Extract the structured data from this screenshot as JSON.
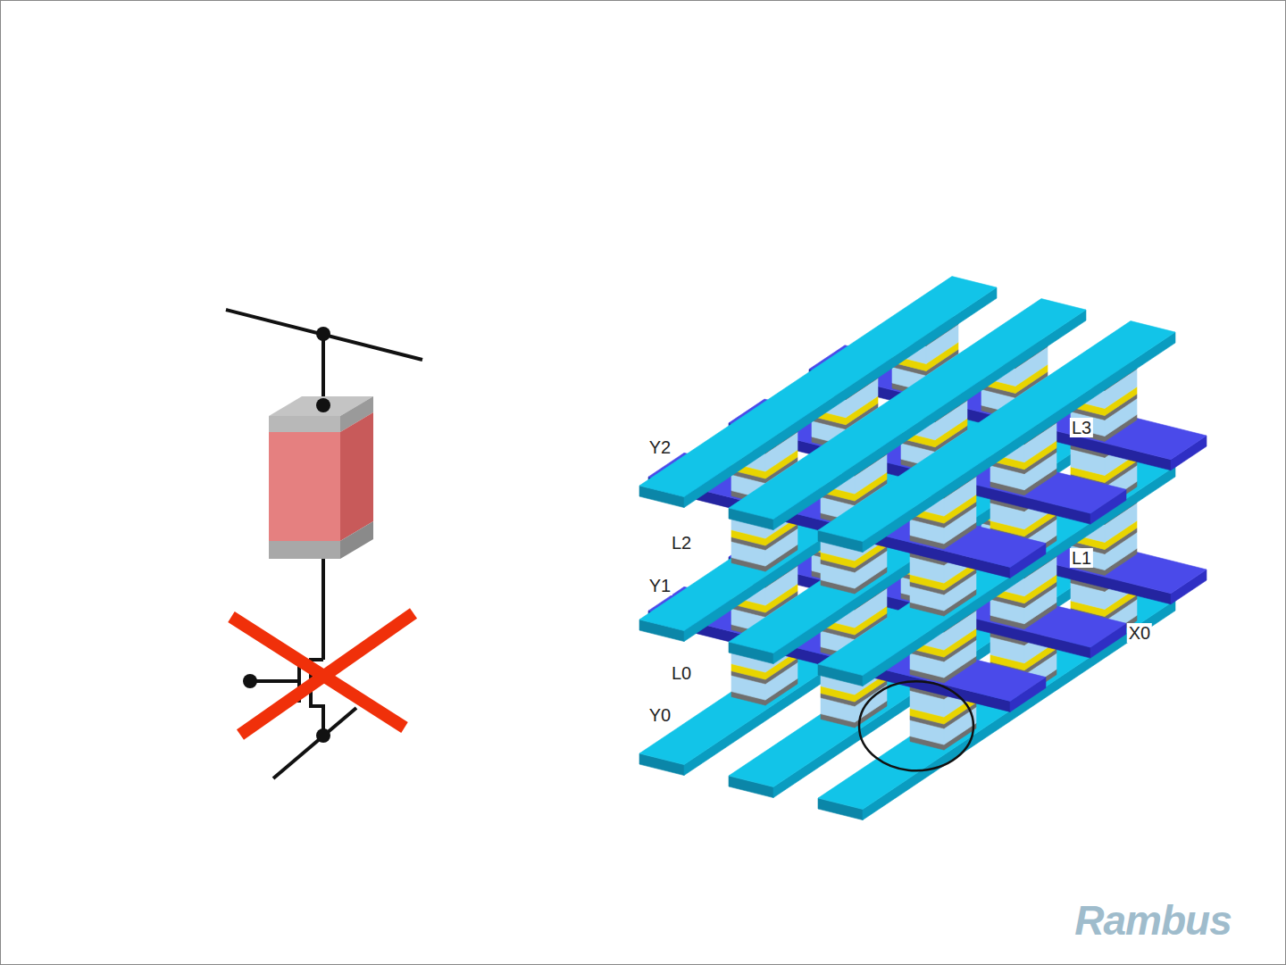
{
  "diagram": {
    "labels": [
      "Y2",
      "L3",
      "L2",
      "L1",
      "Y1",
      "X0",
      "L0",
      "Y0",
      "Rambus"
    ]
  }
}
